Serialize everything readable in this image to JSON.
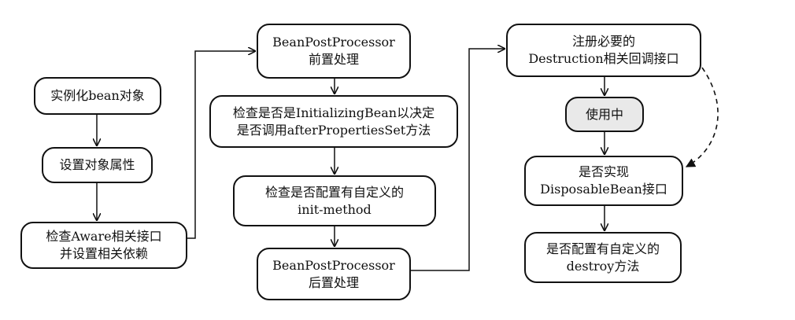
{
  "colors": {
    "stroke": "#111111",
    "node_fill": "#ffffff",
    "in_use_fill": "#e9e9e9"
  },
  "nodes": {
    "instantiate": {
      "label": "实例化bean对象"
    },
    "set_props": {
      "label": "设置对象属性"
    },
    "check_aware": {
      "label": "检查Aware相关接口\n并设置相关依赖"
    },
    "pre_process": {
      "label": "BeanPostProcessor\n前置处理"
    },
    "check_init_bean": {
      "label": "检查是否是InitializingBean以决定\n是否调用afterPropertiesSet方法"
    },
    "check_init_method": {
      "label": "检查是否配置有自定义的\ninit-method"
    },
    "post_process": {
      "label": "BeanPostProcessor\n后置处理"
    },
    "register_destruction": {
      "label": "注册必要的\nDestruction相关回调接口"
    },
    "in_use": {
      "label": "使用中"
    },
    "check_disposable": {
      "label": "是否实现\nDisposableBean接口"
    },
    "check_destroy": {
      "label": "是否配置有自定义的\ndestroy方法"
    }
  }
}
